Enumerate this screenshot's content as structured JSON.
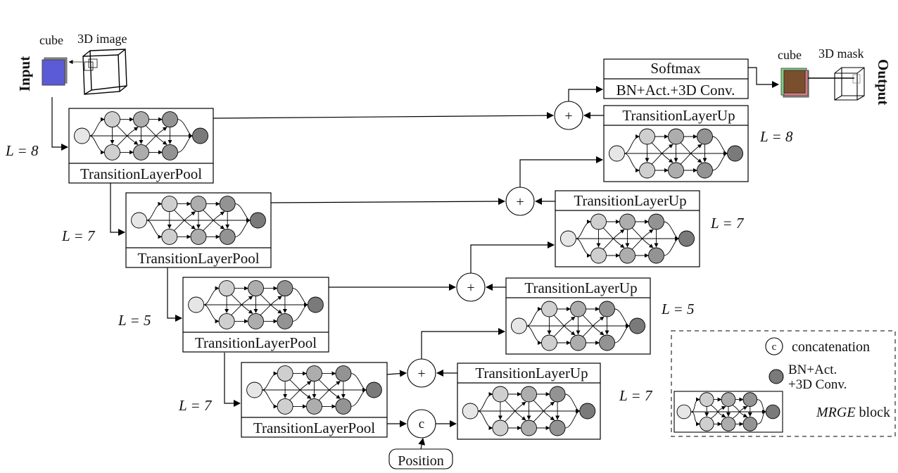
{
  "input": {
    "title": "Input",
    "cube_label": "cube",
    "image_label": "3D image",
    "cube_color": "#5b5bd6"
  },
  "output": {
    "title": "Output",
    "cube_label": "cube",
    "mask_label": "3D mask",
    "cube_colors": [
      "#7a4f2e",
      "#7fd07f",
      "#d77a7a"
    ]
  },
  "head": {
    "softmax": "Softmax",
    "conv": "BN+Act.+3D Conv."
  },
  "encoder": [
    {
      "label": "TransitionLayerPool",
      "L": "L = 8"
    },
    {
      "label": "TransitionLayerPool",
      "L": "L = 7"
    },
    {
      "label": "TransitionLayerPool",
      "L": "L = 5"
    },
    {
      "label": "TransitionLayerPool",
      "L": "L = 7"
    }
  ],
  "decoder": [
    {
      "label": "TransitionLayerUp",
      "L": "L = 8"
    },
    {
      "label": "TransitionLayerUp",
      "L": "L = 7"
    },
    {
      "label": "TransitionLayerUp",
      "L": "L = 5"
    },
    {
      "label": "TransitionLayerUp",
      "L": "L = 7"
    }
  ],
  "ops": {
    "add": "+",
    "concat": "c",
    "position": "Position"
  },
  "legend": {
    "concat_symbol": "c",
    "concat_label": "concatenation",
    "conv_label_1": "BN+Act.",
    "conv_label_2": "+3D Conv.",
    "block_label_italic": "MRGE",
    "block_label_rest": " block"
  },
  "node_colors": {
    "input": "#e6e6e6",
    "col1": "#cfcfcf",
    "col2": "#adadad",
    "col3": "#939393",
    "output": "#7a7a7a"
  }
}
